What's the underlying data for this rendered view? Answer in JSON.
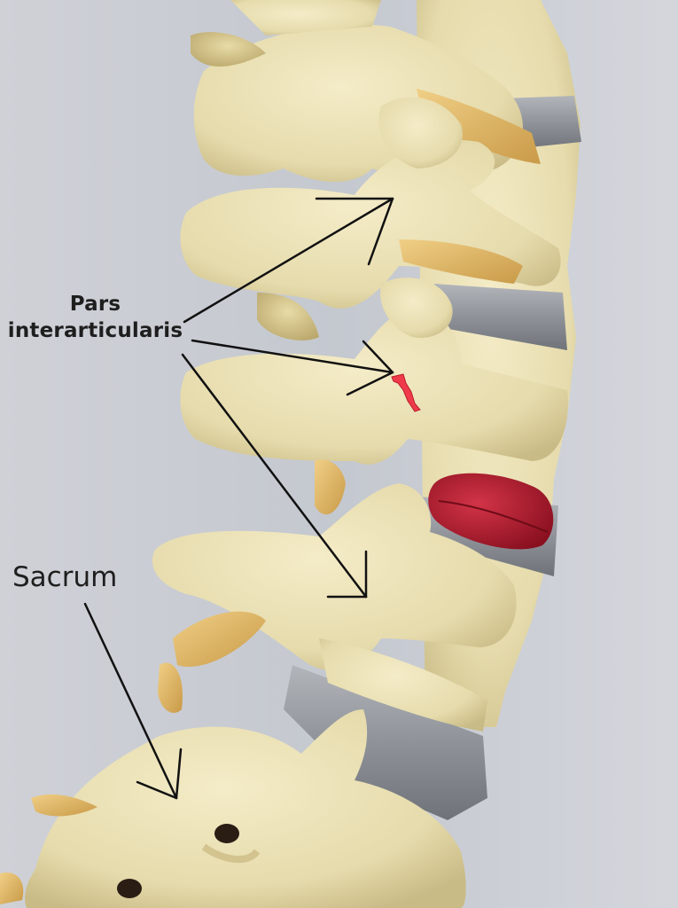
{
  "image": {
    "subject": "Lumbar spine model with annotated pars interarticularis and sacrum",
    "background_color": "#c9ccd3",
    "bone_color": "#e9dfb4",
    "disc_color": "#9a9ea3",
    "highlight_disc_color": "#b01a2e",
    "defect_mark_color": "#ef3a4a",
    "arrow_color": "#111111"
  },
  "annotations": {
    "pars_line1": "Pars",
    "pars_line2": "interarticularis",
    "sacrum": "Sacrum"
  }
}
